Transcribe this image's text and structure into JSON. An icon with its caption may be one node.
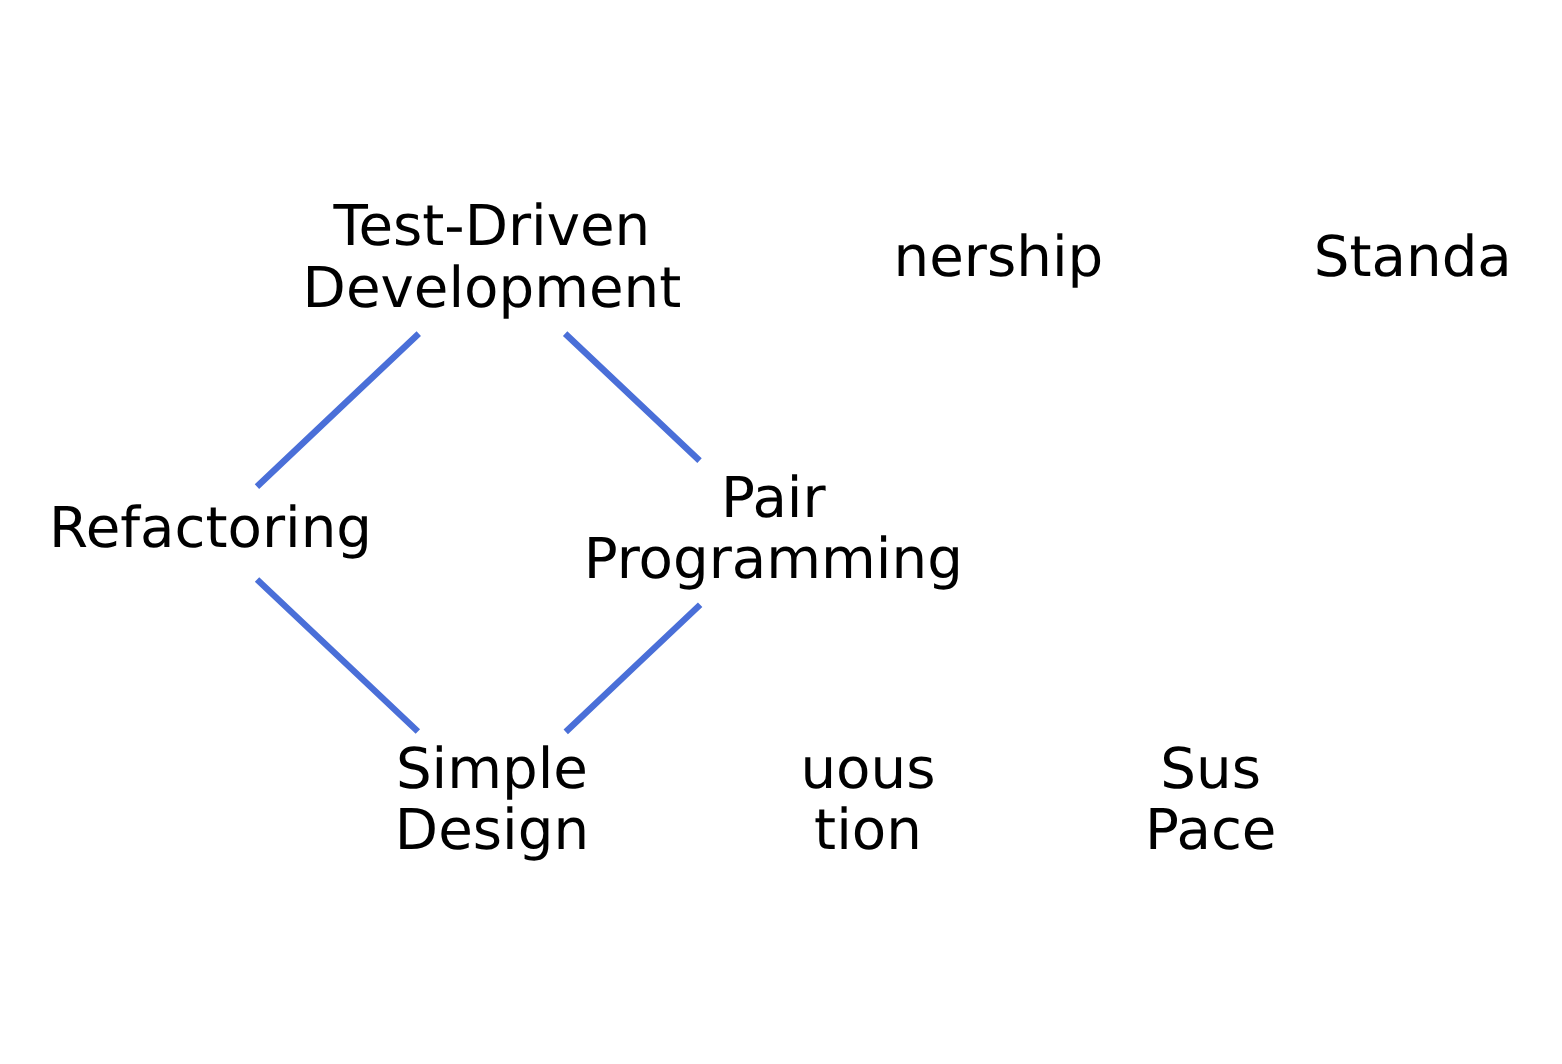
{
  "diagram": {
    "nodes": [
      {
        "text": [
          "Test-Driven Development"
        ]
      },
      {
        "text": [
          "Refactoring"
        ]
      },
      {
        "text": [
          "Simple Design"
        ]
      },
      {
        "text": [
          "Pair Programming"
        ]
      }
    ],
    "edges": [
      {
        "from": 0,
        "to": 1,
        "arrow": "none",
        "color": "#4a6fd8"
      },
      {
        "from": 1,
        "to": 2,
        "arrow": "none",
        "color": "#4a6fd8"
      },
      {
        "from": 2,
        "to": 3,
        "arrow": "none",
        "color": "#4a6fd8"
      },
      {
        "from": 3,
        "to": 0,
        "arrow": "none",
        "color": "#4a6fd8"
      }
    ],
    "labels": [
      "nership",
      "Standa",
      "uous tion",
      "Sus Pace"
    ]
  }
}
